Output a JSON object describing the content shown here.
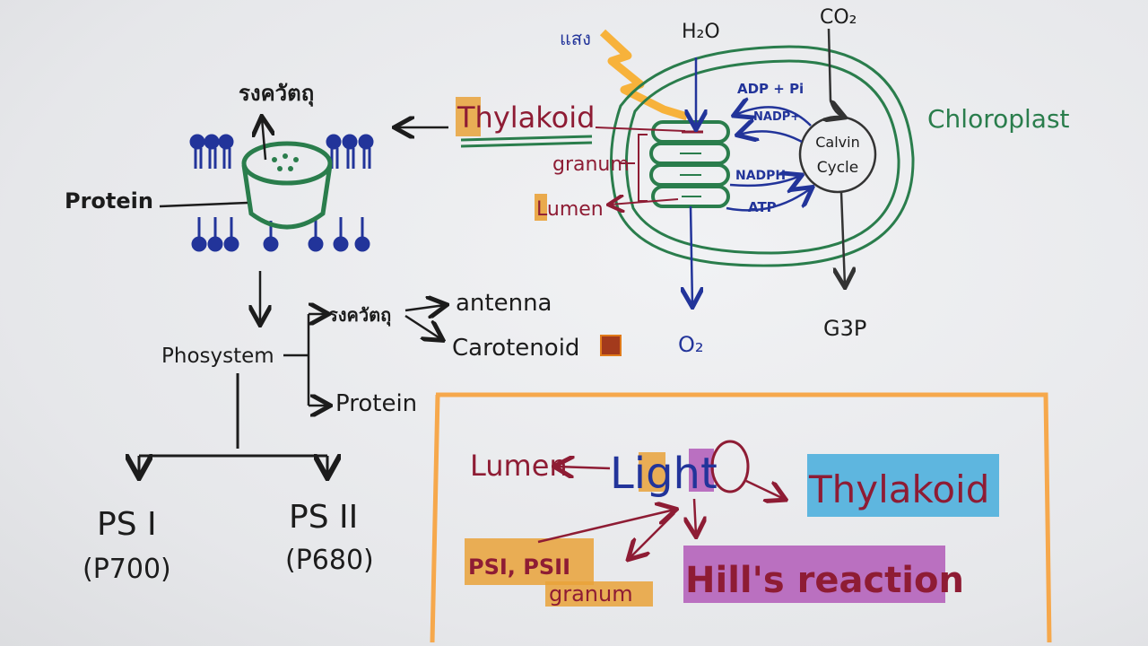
{
  "colors": {
    "green": "#2a7d4c",
    "blue": "#22349a",
    "black": "#1c1c1c",
    "red": "#8e1c34",
    "orange_box": "#f6a84c",
    "highlight_orange": "#e9a23a",
    "highlight_blue": "#4fb0dd",
    "highlight_purple": "#b25ab8",
    "light_arrow": "#f7b23b"
  },
  "left": {
    "pigment_label": "รงควัตถุ",
    "protein_label": "Protein",
    "phosystem_label": "Phosystem",
    "branch_pigment": "รงควัตถุ",
    "antenna": "antenna",
    "carotenoid": "Carotenoid",
    "branch_protein": "Protein",
    "ps1": "PS I",
    "ps1_sub": "(P700)",
    "ps2": "PS II",
    "ps2_sub": "(P680)"
  },
  "chloroplast": {
    "light_label": "แสง",
    "h2o": "H₂O",
    "co2": "CO₂",
    "thylakoid": "Thylakoid",
    "granum": "granum",
    "lumen": "Lumen",
    "adp_pi": "ADP + Pi",
    "nadp_plus": "NADP+",
    "nadph": "NADPH",
    "atp": "ATP",
    "calvin_line1": "Calvin",
    "calvin_line2": "Cycle",
    "chloroplast_label": "Chloroplast",
    "o2": "O₂",
    "g3p": "G3P"
  },
  "summary": {
    "lumen": "Lumen",
    "light": "Light",
    "thylakoid": "Thylakoid",
    "ps": "PSI, PSII",
    "granum": "granum",
    "hills": "Hill's reaction"
  }
}
